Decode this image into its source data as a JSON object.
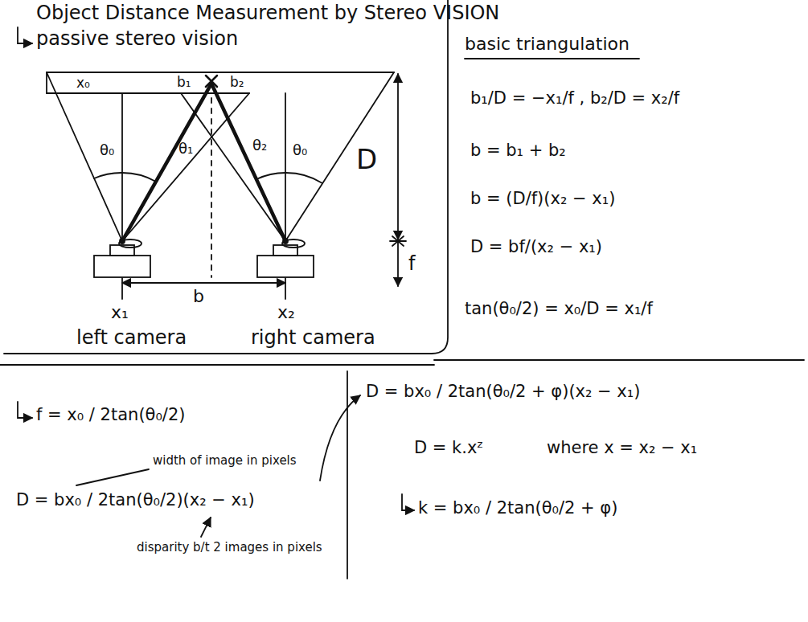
{
  "diagram": {
    "title": "Object Distance Measurement by Stereo VISION",
    "labels": [
      "passive stereo vision",
      "x₀",
      "b₁",
      "b₂",
      "θ₀",
      "θ₁",
      "θ₂",
      "θ₀",
      "D",
      "f",
      "b",
      "x₁",
      "x₂",
      "left camera",
      "right camera",
      "basic triangulation",
      "b₁/D = −x₁/f ,  b₂/D = x₂/f",
      "b = b₁ + b₂",
      "b = (D/f)(x₂ − x₁)",
      "D = bf/(x₂ − x₁)",
      "tan(θ₀/2) = x₀/D = x₁/f",
      "f = x₀ / 2tan(θ₀/2)",
      "D = bx₀ / 2tan(θ₀/2)(x₂ − x₁)",
      "width of image in pixels",
      "disparity b/t 2 images in pixels",
      "D = bx₀ / 2tan(θ₀/2 + φ)(x₂ − x₁)",
      "D = k.xᶻ",
      "where x = x₂ − x₁",
      "k = bx₀ / 2tan(θ₀/2 + φ)"
    ]
  }
}
